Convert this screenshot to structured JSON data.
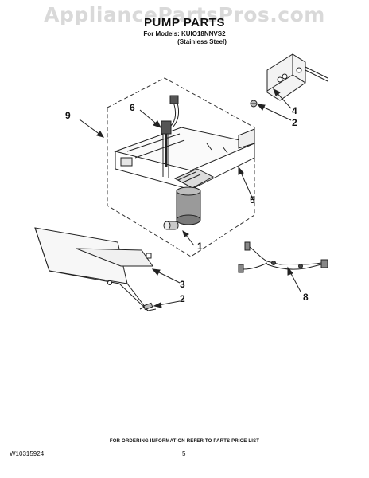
{
  "watermark": "AppliancePartsPros.com",
  "header": {
    "title": "PUMP PARTS",
    "models_line1": "For Models: KUIO18NNVS2",
    "models_line2": "(Stainless Steel)"
  },
  "callouts": [
    "9",
    "6",
    "4",
    "2",
    "5",
    "1",
    "3",
    "2",
    "8"
  ],
  "footer": {
    "note": "FOR ORDERING INFORMATION REFER TO PARTS PRICE LIST",
    "doc_id": "W10315924",
    "page": "5"
  }
}
